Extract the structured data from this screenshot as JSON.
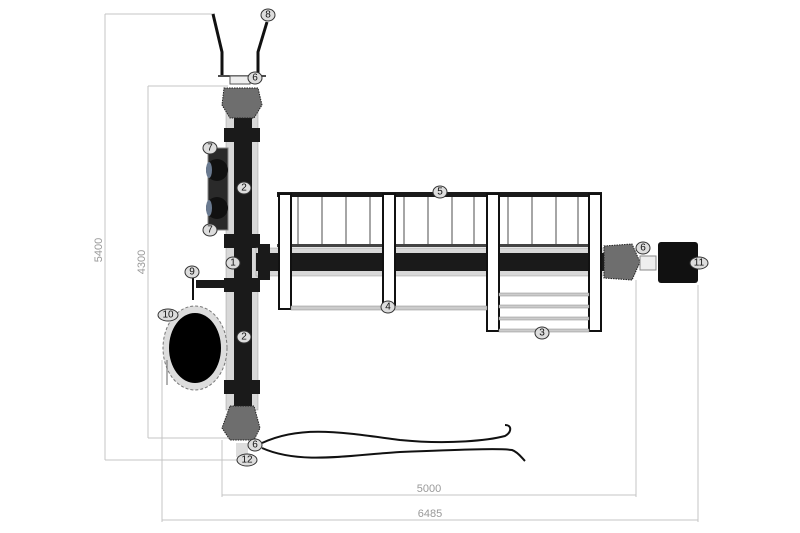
{
  "dimensions": {
    "overall_height": "5400",
    "inner_height": "4300",
    "inner_width": "5000",
    "overall_width": "6485"
  },
  "callouts": {
    "c1": "1",
    "c2a": "2",
    "c2b": "2",
    "c3": "3",
    "c4": "4",
    "c5": "5",
    "c6a": "6",
    "c6b": "6",
    "c6c": "6",
    "c7a": "7",
    "c7b": "7",
    "c8": "8",
    "c9": "9",
    "c10": "10",
    "c11": "11",
    "c12": "12"
  },
  "colors": {
    "frame": "#1a1a1a",
    "rail": "#d8d8d8",
    "cushion": "#707070",
    "dimension": "#bbbbbb"
  }
}
